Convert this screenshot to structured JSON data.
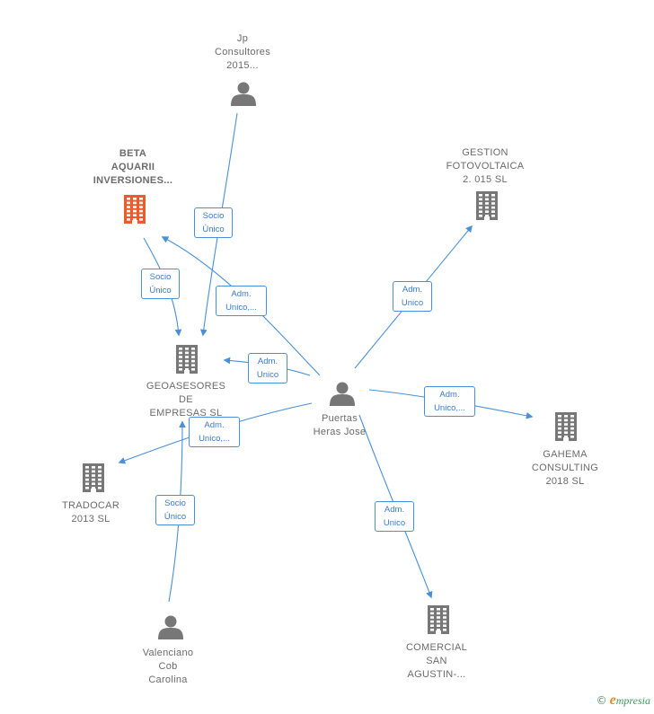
{
  "colors": {
    "edge": "#4a90d9",
    "node_gray": "#777777",
    "node_highlight": "#f05a28",
    "brand_green": "#3a9a5b",
    "brand_orange": "#e28a2b"
  },
  "nodes": {
    "jp": {
      "label": "Jp\nConsultores\n2015...",
      "type": "person"
    },
    "beta": {
      "label": "BETA\nAQUARII\nINVERSIONES...",
      "type": "company",
      "highlight": true
    },
    "gestion": {
      "label": "GESTION\nFOTOVOLTAICA\n2. 015  SL",
      "type": "company"
    },
    "geoasesores": {
      "label": "GEOASESORES\nDE\nEMPRESAS  SL",
      "type": "company"
    },
    "puertas": {
      "label": "Puertas\nHeras Jose",
      "type": "person"
    },
    "gahema": {
      "label": "GAHEMA\nCONSULTING\n2018  SL",
      "type": "company"
    },
    "tradocar": {
      "label": "TRADOCAR\n2013  SL",
      "type": "company"
    },
    "valenciano": {
      "label": "Valenciano\nCob\nCarolina",
      "type": "person"
    },
    "comercial": {
      "label": "COMERCIAL\nSAN\nAGUSTIN-...",
      "type": "company"
    }
  },
  "edges": {
    "jp_geo": {
      "label": "Socio\nÚnico"
    },
    "beta_geo": {
      "label": "Socio\nÚnico"
    },
    "puertas_beta": {
      "label": "Adm.\nUnico,..."
    },
    "puertas_geo": {
      "label": "Adm.\nUnico"
    },
    "puertas_tradocar": {
      "label": "Adm.\nUnico,..."
    },
    "valenciano_geo": {
      "label": "Socio\nÚnico"
    },
    "puertas_gestion": {
      "label": "Adm.\nUnico"
    },
    "puertas_gahema": {
      "label": "Adm.\nUnico,..."
    },
    "puertas_comercial": {
      "label": "Adm.\nUnico"
    }
  },
  "brand": {
    "copyright": "©",
    "name_initial": "e",
    "name_rest": "mpresia"
  }
}
